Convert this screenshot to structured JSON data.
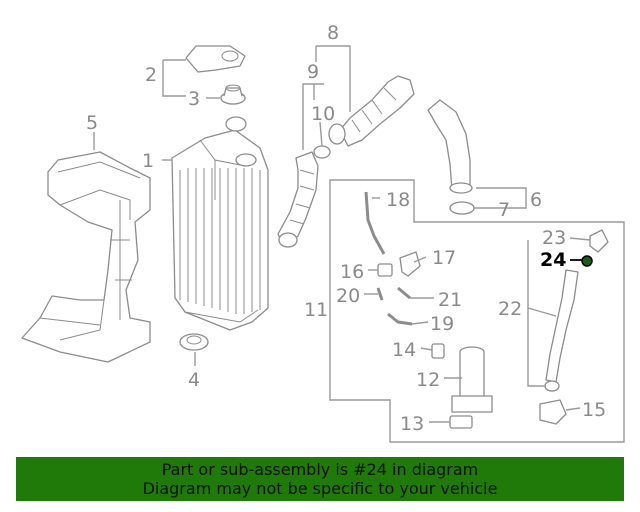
{
  "callouts": [
    "1",
    "2",
    "3",
    "4",
    "5",
    "6",
    "7",
    "8",
    "9",
    "10",
    "11",
    "12",
    "13",
    "14",
    "15",
    "16",
    "17",
    "18",
    "19",
    "20",
    "21",
    "22",
    "23",
    "24"
  ],
  "highlight": "24",
  "colors": {
    "banner": "#1f7a09",
    "highlight_part": "#1a5c14",
    "line": "#9a9a9a"
  },
  "banner": {
    "line1": "Part or sub-assembly is #24 in diagram",
    "line2": "Diagram may not be specific to your vehicle"
  }
}
